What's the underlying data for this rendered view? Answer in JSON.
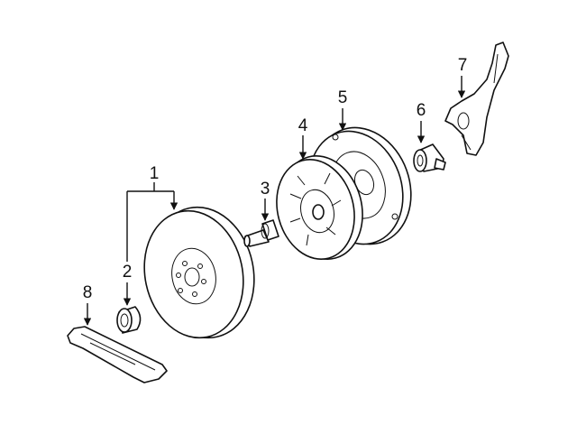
{
  "callouts": [
    {
      "id": 1,
      "label": "1"
    },
    {
      "id": 2,
      "label": "2"
    },
    {
      "id": 3,
      "label": "3"
    },
    {
      "id": 4,
      "label": "4"
    },
    {
      "id": 5,
      "label": "5"
    },
    {
      "id": 6,
      "label": "6"
    },
    {
      "id": 7,
      "label": "7"
    },
    {
      "id": 8,
      "label": "8"
    }
  ],
  "colors": {
    "line": "#111111",
    "background": "#ffffff"
  }
}
